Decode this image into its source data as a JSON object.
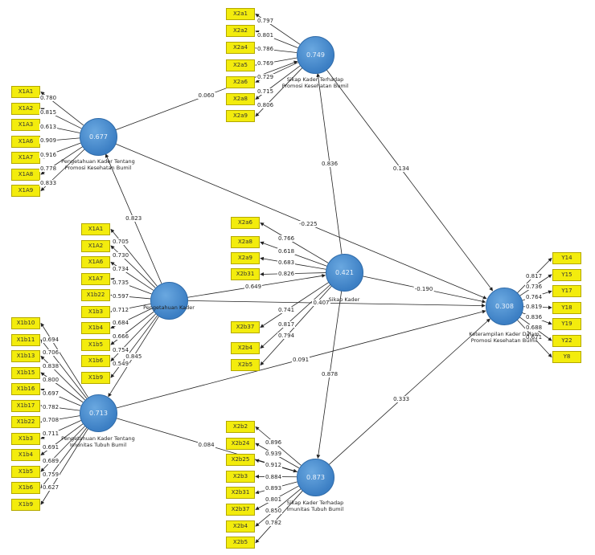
{
  "latents": [
    {
      "id": "pktpkb",
      "value": "0.677",
      "label": "Pengetahuan Kader Tentang Promosi Kesehatan Bumil"
    },
    {
      "id": "sktpkb",
      "value": "0.749",
      "label": "Sikap Kader Terhadap Promosi Kesehatan Bumil"
    },
    {
      "id": "pk",
      "value": "",
      "label": "Pengetahuan Kader"
    },
    {
      "id": "sk",
      "value": "0.421",
      "label": "Sikap Kader"
    },
    {
      "id": "kk",
      "value": "0.308",
      "label": "Keterampilan Kader Dalam Promosi Kesehatan Bumil"
    },
    {
      "id": "pkti",
      "value": "0.713",
      "label": "Pengetahuan Kader Tentang Imunitas Tubuh Bumil"
    },
    {
      "id": "skti",
      "value": "0.873",
      "label": "Sikap Kader Terhadap Imunitas Tubuh Bumil"
    }
  ],
  "indicators": [
    {
      "name": "X1A1",
      "latent": "pktpkb",
      "loading": "0.780"
    },
    {
      "name": "X1A2",
      "latent": "pktpkb",
      "loading": "0.815"
    },
    {
      "name": "X1A3",
      "latent": "pktpkb",
      "loading": "0.613"
    },
    {
      "name": "X1A6",
      "latent": "pktpkb",
      "loading": "0.909"
    },
    {
      "name": "X1A7",
      "latent": "pktpkb",
      "loading": "0.916"
    },
    {
      "name": "X1A8",
      "latent": "pktpkb",
      "loading": "0.778"
    },
    {
      "name": "X1A9",
      "latent": "pktpkb",
      "loading": "0.833"
    },
    {
      "name": "X2a1",
      "latent": "sktpkb",
      "loading": "0.797"
    },
    {
      "name": "X2a2",
      "latent": "sktpkb",
      "loading": "0.801"
    },
    {
      "name": "X2a4",
      "latent": "sktpkb",
      "loading": "0.786"
    },
    {
      "name": "X2a5",
      "latent": "sktpkb",
      "loading": "0.769"
    },
    {
      "name": "X2a6",
      "latent": "sktpkb",
      "loading": "0.729"
    },
    {
      "name": "X2a8",
      "latent": "sktpkb",
      "loading": "0.715"
    },
    {
      "name": "X2a9",
      "latent": "sktpkb",
      "loading": "0.806"
    },
    {
      "name": "X1A1",
      "latent": "pk",
      "loading": "0.705"
    },
    {
      "name": "X1A2",
      "latent": "pk",
      "loading": "0.730"
    },
    {
      "name": "X1A6",
      "latent": "pk",
      "loading": "0.734"
    },
    {
      "name": "X1A7",
      "latent": "pk",
      "loading": "0.735"
    },
    {
      "name": "X1b22",
      "latent": "pk",
      "loading": "0.597"
    },
    {
      "name": "X1b3",
      "latent": "pk",
      "loading": "0.712"
    },
    {
      "name": "X1b4",
      "latent": "pk",
      "loading": "0.684"
    },
    {
      "name": "X1b5",
      "latent": "pk",
      "loading": "0.666"
    },
    {
      "name": "X1b6",
      "latent": "pk",
      "loading": "0.754"
    },
    {
      "name": "X1b9",
      "latent": "pk",
      "loading": "0.549"
    },
    {
      "name": "X2a6",
      "latent": "sk",
      "loading": "0.766"
    },
    {
      "name": "X2a8",
      "latent": "sk",
      "loading": "0.618"
    },
    {
      "name": "X2a9",
      "latent": "sk",
      "loading": "0.683"
    },
    {
      "name": "X2b31",
      "latent": "sk",
      "loading": "0.826"
    },
    {
      "name": "X2b37",
      "latent": "sk",
      "loading": "0.741"
    },
    {
      "name": "X2b4",
      "latent": "sk",
      "loading": "0.817"
    },
    {
      "name": "X2b5",
      "latent": "sk",
      "loading": "0.794"
    },
    {
      "name": "Y14",
      "latent": "kk",
      "loading": "0.817"
    },
    {
      "name": "Y15",
      "latent": "kk",
      "loading": "0.736"
    },
    {
      "name": "Y17",
      "latent": "kk",
      "loading": "0.764"
    },
    {
      "name": "Y18",
      "latent": "kk",
      "loading": "0.819"
    },
    {
      "name": "Y19",
      "latent": "kk",
      "loading": "0.836"
    },
    {
      "name": "Y22",
      "latent": "kk",
      "loading": "0.688"
    },
    {
      "name": "Y8",
      "latent": "kk",
      "loading": "0.671"
    },
    {
      "name": "X1b10",
      "latent": "pkti",
      "loading": "0.694"
    },
    {
      "name": "X1b11",
      "latent": "pkti",
      "loading": "0.706"
    },
    {
      "name": "X1b13",
      "latent": "pkti",
      "loading": "0.838"
    },
    {
      "name": "X1b15",
      "latent": "pkti",
      "loading": "0.800"
    },
    {
      "name": "X1b16",
      "latent": "pkti",
      "loading": "0.697"
    },
    {
      "name": "X1b17",
      "latent": "pkti",
      "loading": "0.782"
    },
    {
      "name": "X1b22",
      "latent": "pkti",
      "loading": "0.708"
    },
    {
      "name": "X1b3",
      "latent": "pkti",
      "loading": "0.711"
    },
    {
      "name": "X1b4",
      "latent": "pkti",
      "loading": "0.691"
    },
    {
      "name": "X1b5",
      "latent": "pkti",
      "loading": "0.689"
    },
    {
      "name": "X1b6",
      "latent": "pkti",
      "loading": "0.759"
    },
    {
      "name": "X1b9",
      "latent": "pkti",
      "loading": "0.627"
    },
    {
      "name": "X2b2",
      "latent": "skti",
      "loading": "0.896"
    },
    {
      "name": "X2b24",
      "latent": "skti",
      "loading": "0.939"
    },
    {
      "name": "X2b25",
      "latent": "skti",
      "loading": "0.912"
    },
    {
      "name": "X2b3",
      "latent": "skti",
      "loading": "0.884"
    },
    {
      "name": "X2b31",
      "latent": "skti",
      "loading": "0.893"
    },
    {
      "name": "X2b37",
      "latent": "skti",
      "loading": "0.801"
    },
    {
      "name": "X2b4",
      "latent": "skti",
      "loading": "0.850"
    },
    {
      "name": "X2b5",
      "latent": "skti",
      "loading": "0.782"
    }
  ],
  "paths": [
    {
      "from": "pk",
      "to": "pktpkb",
      "coef": "0.823"
    },
    {
      "from": "pk",
      "to": "pkti",
      "coef": "0.845"
    },
    {
      "from": "pk",
      "to": "sk",
      "coef": "0.649"
    },
    {
      "from": "pk",
      "to": "kk",
      "coef": "0.407"
    },
    {
      "from": "pktpkb",
      "to": "sktpkb",
      "coef": "0.060"
    },
    {
      "from": "pktpkb",
      "to": "kk",
      "coef": "-0.225"
    },
    {
      "from": "sk",
      "to": "sktpkb",
      "coef": "0.836"
    },
    {
      "from": "sk",
      "to": "skti",
      "coef": "0.878"
    },
    {
      "from": "sk",
      "to": "kk",
      "coef": "-0.190"
    },
    {
      "from": "sktpkb",
      "to": "kk",
      "coef": "0.134"
    },
    {
      "from": "pkti",
      "to": "skti",
      "coef": "0.084"
    },
    {
      "from": "pkti",
      "to": "kk",
      "coef": "0.091"
    },
    {
      "from": "skti",
      "to": "kk",
      "coef": "0.333"
    }
  ],
  "colors": {
    "latent": "#4a8fd6",
    "indicator": "#f3ec0d",
    "line": "#222222"
  }
}
